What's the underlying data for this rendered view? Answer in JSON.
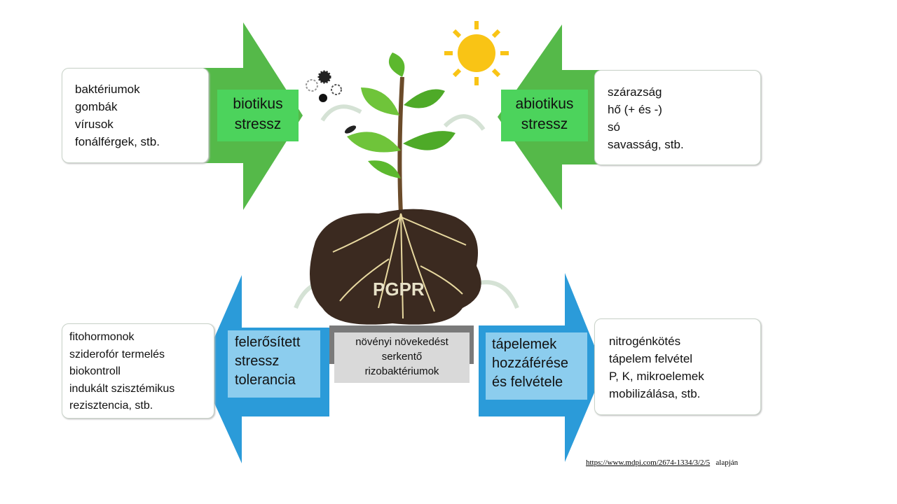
{
  "colors": {
    "green_arrow": "#55b949",
    "green_label": "#4cd35c",
    "blue_arrow": "#2b9bd9",
    "blue_label": "#8ccdee",
    "soil": "#3b2a20",
    "sun": "#f9c415"
  },
  "biotic": {
    "label": [
      "biotikus",
      "stressz"
    ],
    "items": [
      "baktériumok",
      "gombák",
      "vírusok",
      "fonálférgek, stb."
    ]
  },
  "abiotic": {
    "label": [
      "abiotikus",
      "stressz"
    ],
    "items": [
      "szárazság",
      "hő (+ és -)",
      "só",
      "savasság, stb."
    ]
  },
  "tolerance": {
    "label": [
      "felerősített",
      "stressz",
      "tolerancia"
    ],
    "items": [
      "fitohormonok",
      "sziderofór termelés",
      "biokontroll",
      "indukált szisztémikus",
      "rezisztencia, stb."
    ]
  },
  "nutrients": {
    "label": [
      "tápelemek",
      "hozzáférése",
      "és felvétele"
    ],
    "items": [
      "nitrogénkötés",
      "tápelem felvétel",
      "P, K, mikroelemek",
      "mobilizálása, stb."
    ]
  },
  "center": {
    "pgpr": "PGPR",
    "lines": [
      "növényi növekedést",
      "serkentő",
      "rizobaktériumok"
    ]
  },
  "source": {
    "link": "https://www.mdpi.com/2674-1334/3/2/5",
    "suffix": "alapján"
  }
}
